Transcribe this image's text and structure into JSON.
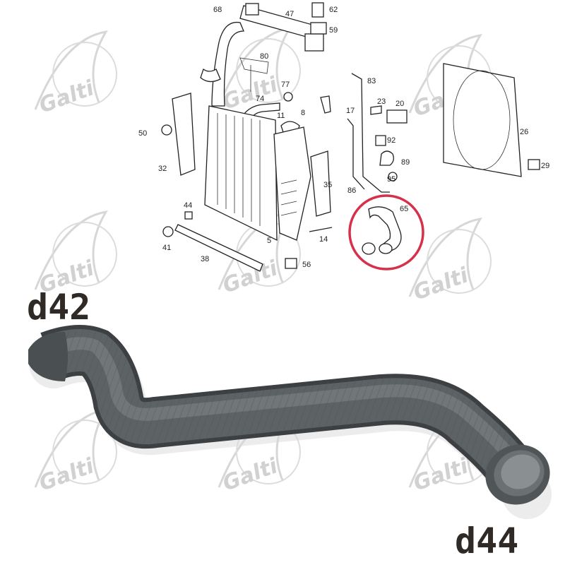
{
  "watermark": {
    "brand": "Galti"
  },
  "diagram": {
    "callouts": [
      "68",
      "47",
      "62",
      "59",
      "80",
      "83",
      "77",
      "74",
      "23",
      "20",
      "11",
      "8",
      "17",
      "50",
      "92",
      "26",
      "89",
      "29",
      "32",
      "95",
      "86",
      "65",
      "35",
      "44",
      "41",
      "14",
      "5",
      "38",
      "56"
    ],
    "highlight": {
      "part": "65",
      "color": "#d6304a"
    }
  },
  "dimensions": {
    "left": "d42",
    "right": "d44"
  },
  "colors": {
    "hose": "#5d6264",
    "hose_dark": "#3c4042",
    "highlight": "#d6304a"
  }
}
